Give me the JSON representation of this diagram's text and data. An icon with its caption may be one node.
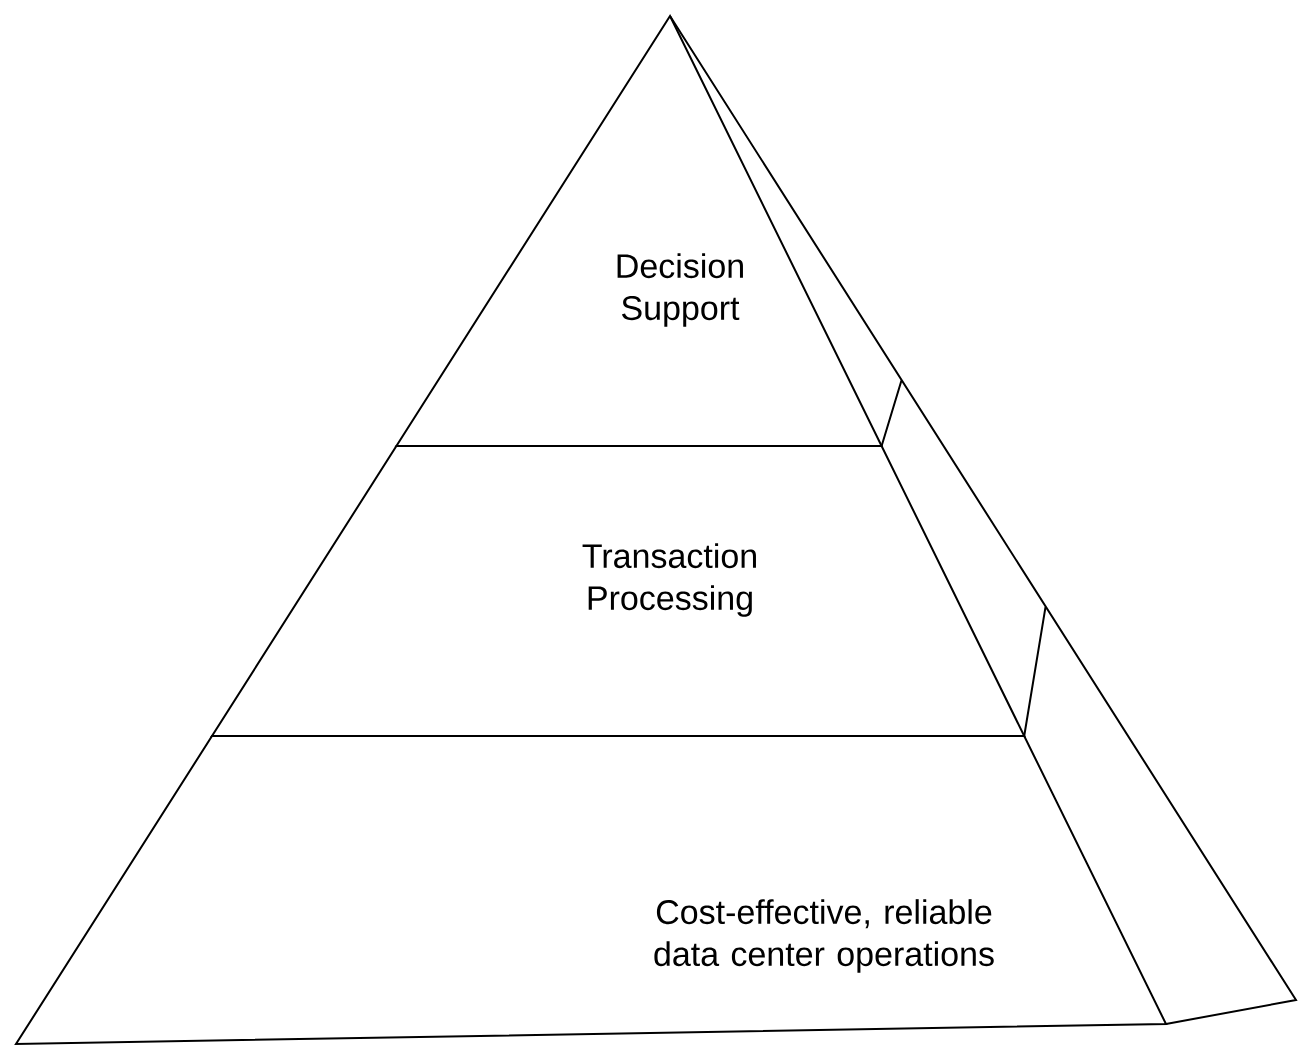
{
  "diagram": {
    "nodes": [
      {
        "text": [
          "Decision Support"
        ]
      },
      {
        "text": [
          "Transaction Processing"
        ]
      },
      {
        "text": [
          "Cost-effective, reliable data center operations"
        ]
      }
    ]
  }
}
